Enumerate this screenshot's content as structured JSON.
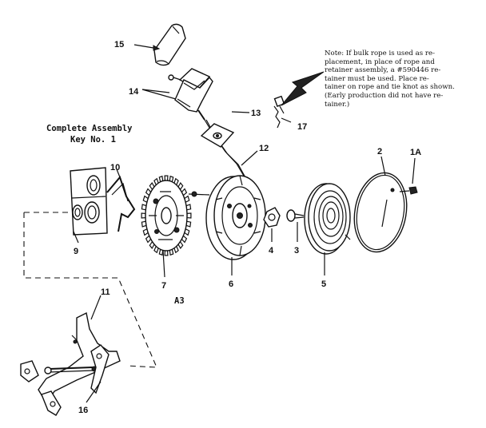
{
  "caption": {
    "line1": "Complete Assembly",
    "line2": "Key No. 1"
  },
  "figure_code": "A3",
  "note_lines": [
    "Note: If bulk rope is used as re-",
    "placement, in place of rope and",
    "retainer assembly, a #590446 re-",
    "tainer must be used. Place re-",
    "tainer on rope and tie knot as shown.",
    "(Early production did not have re-",
    "tainer.)"
  ],
  "part_labels": {
    "p15": "15",
    "p14": "14",
    "p13": "13",
    "p12": "12",
    "p17": "17",
    "p10": "10",
    "p9": "9",
    "p7": "7",
    "p6": "6",
    "p4": "4",
    "p3": "3",
    "p5": "5",
    "p2": "2",
    "p1a": "1A",
    "p11": "11",
    "p16": "16"
  }
}
